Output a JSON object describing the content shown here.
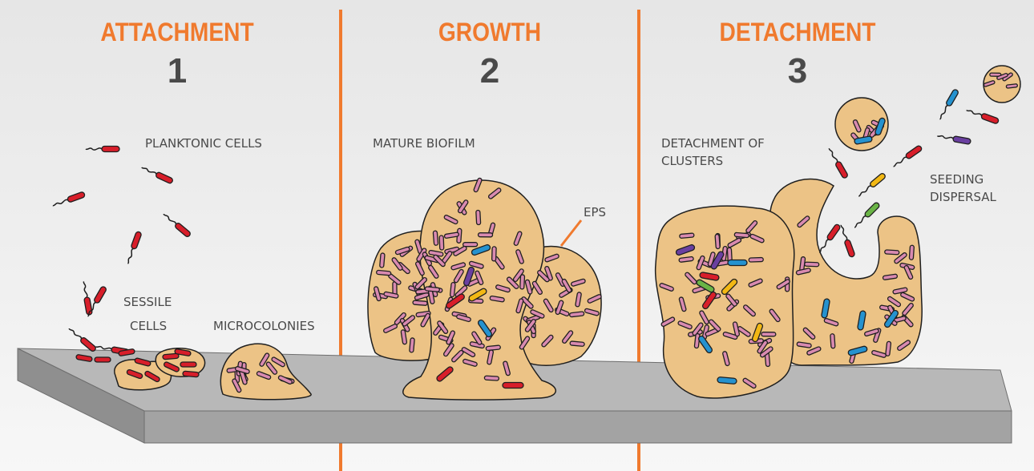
{
  "colors": {
    "accent": "#f07a2e",
    "number": "#4a4a4a",
    "label": "#4a4a4a",
    "biofilm_fill": "#ecc386",
    "biofilm_stroke": "#1f1f1f",
    "cell_pink": "#d98ab0",
    "cell_red": "#d81e2a",
    "cell_blue": "#2592cf",
    "cell_purple": "#6a3fa0",
    "cell_yellow": "#f2b814",
    "cell_green": "#6ab446",
    "surface_top": "#b8b8b8",
    "surface_front": "#9a9a9a"
  },
  "stages": [
    {
      "title": "ATTACHMENT",
      "number": "1"
    },
    {
      "title": "GROWTH",
      "number": "2"
    },
    {
      "title": "DETACHMENT",
      "number": "3"
    }
  ],
  "labels": {
    "planktonic": "PLANKTONIC CELLS",
    "sessile_line1": "SESSILE",
    "sessile_line2": "CELLS",
    "microcolonies": "MICROCOLONIES",
    "mature": "MATURE BIOFILM",
    "eps": "EPS",
    "detach_line1": "DETACHMENT OF",
    "detach_line2": "CLUSTERS",
    "seeding_line1": "SEEDING",
    "seeding_line2": "DISPERSAL"
  }
}
